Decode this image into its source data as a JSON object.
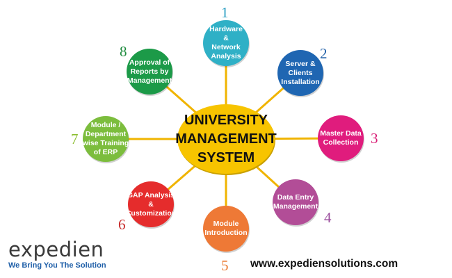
{
  "diagram": {
    "center": {
      "lines": [
        "UNIVERSITY",
        "MANAGEMENT",
        "SYSTEM"
      ],
      "fill": "#f7c400"
    },
    "connector_color": "#f0b400",
    "nodes": [
      {
        "number": "1",
        "label": "Hardware\n&\nNetwork\nAnalysis",
        "color": "#2fb0c6",
        "number_color": "#2a9ec2"
      },
      {
        "number": "2",
        "label": "Server &\nClients\nInstallation",
        "color": "#1f66b2",
        "number_color": "#1f5fa8"
      },
      {
        "number": "3",
        "label": "Master Data\nCollection",
        "color": "#e01c7d",
        "number_color": "#d81b74"
      },
      {
        "number": "4",
        "label": "Data Entry\nManagement",
        "color": "#b24d97",
        "number_color": "#9a4c9c"
      },
      {
        "number": "5",
        "label": "Module\nIntroduction",
        "color": "#ee7936",
        "number_color": "#e9772c"
      },
      {
        "number": "6",
        "label": "GAP Analysis\n&\nCustomization",
        "color": "#e52c2c",
        "number_color": "#c62828"
      },
      {
        "number": "7",
        "label": "Module /\nDepartment\nwise Training\nof ERP",
        "color": "#7cbd3d",
        "number_color": "#8bbd2f"
      },
      {
        "number": "8",
        "label": "Approval of\nReports by\nManagement",
        "color": "#1c9a48",
        "number_color": "#1e8b3e"
      }
    ]
  },
  "brand": {
    "name": "expedien",
    "tagline": "We Bring You The Solution",
    "website": "www.expediensolutions.com"
  }
}
